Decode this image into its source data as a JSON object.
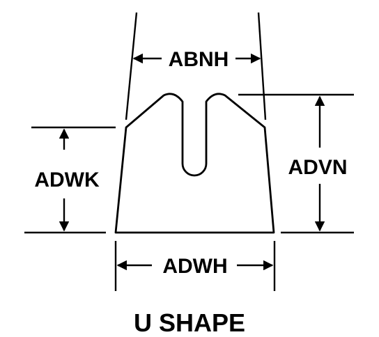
{
  "diagram": {
    "caption": "U SHAPE",
    "dimensions": {
      "top_width": "ABNH",
      "bottom_width": "ADWH",
      "left_height": "ADWK",
      "right_height": "ADVN"
    }
  },
  "colors": {
    "stroke": "#000000",
    "background": "#ffffff"
  }
}
